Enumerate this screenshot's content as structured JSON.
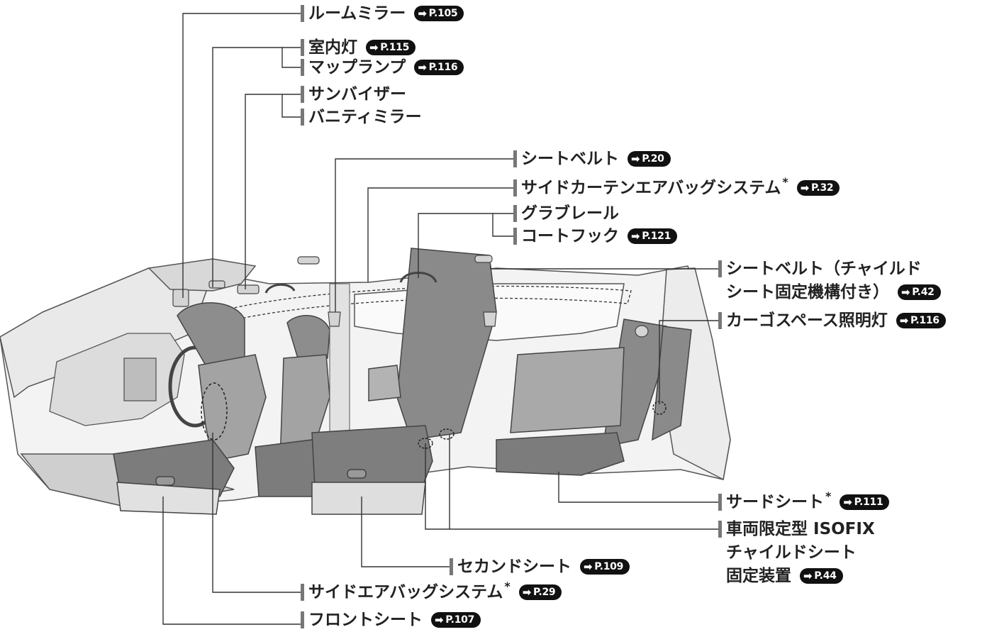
{
  "labels": {
    "room_mirror": {
      "text": "ルームミラー",
      "ref": "P.105"
    },
    "interior_light": {
      "text": "室内灯",
      "ref": "P.115"
    },
    "map_lamp": {
      "text": "マップランプ",
      "ref": "P.116"
    },
    "sun_visor": {
      "text": "サンバイザー"
    },
    "vanity_mirror": {
      "text": "バニティミラー"
    },
    "seat_belt": {
      "text": "シートベルト",
      "ref": "P.20"
    },
    "curtain_airbag": {
      "text": "サイドカーテンエアバッグシステム",
      "asterisk": "*",
      "ref": "P.32"
    },
    "grab_rail": {
      "text": "グラブレール"
    },
    "coat_hook": {
      "text": "コートフック",
      "ref": "P.121"
    },
    "child_seat_belt": {
      "line1": "シートベルト（チャイルド",
      "line2": "シート固定機構付き）",
      "ref": "P.42"
    },
    "cargo_light": {
      "text": "カーゴスペース照明灯",
      "ref": "P.116"
    },
    "third_seat": {
      "text": "サードシート",
      "asterisk": "*",
      "ref": "P.111"
    },
    "isofix": {
      "line1": "車両限定型 ISOFIX",
      "line2": "チャイルドシート",
      "line3": "固定装置",
      "ref": "P.44"
    },
    "second_seat": {
      "text": "セカンドシート",
      "ref": "P.109"
    },
    "side_airbag": {
      "text": "サイドエアバッグシステム",
      "asterisk": "*",
      "ref": "P.29"
    },
    "front_seat": {
      "text": "フロントシート",
      "ref": "P.107"
    }
  },
  "colors": {
    "ref_badge": "#111111",
    "marker_bar": "#777777",
    "leader": "#333333",
    "car_body": "#f2f2f2",
    "seat": "#8a8a8a"
  },
  "icons": {
    "ref_arrow": "right-arrow-icon"
  }
}
